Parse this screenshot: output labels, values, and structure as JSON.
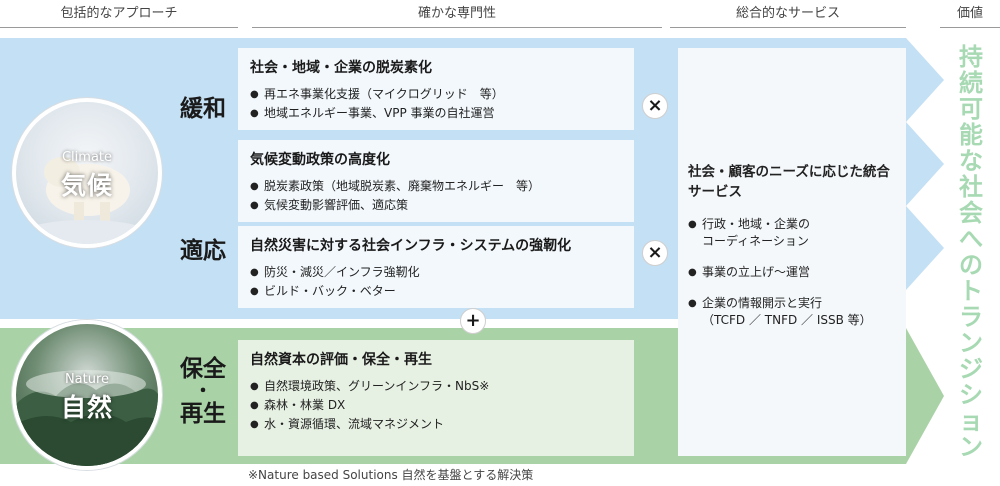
{
  "headers": {
    "approach": "包括的なアプローチ",
    "expertise": "確かな専門性",
    "service": "総合的なサービス",
    "value": "価値"
  },
  "circles": {
    "climate_en": "Climate",
    "climate_ja": "気候",
    "nature_en": "Nature",
    "nature_ja": "自然"
  },
  "categories": {
    "mitigation": "緩和",
    "adaptation": "適応",
    "conservation_1": "保全",
    "conservation_dot": "・",
    "conservation_2": "再生"
  },
  "boxes": [
    {
      "title": "社会・地域・企業の脱炭素化",
      "items": [
        "再エネ事業化支援（マイクログリッド　等）",
        "地域エネルギー事業、VPP 事業の自社運営"
      ]
    },
    {
      "title": "気候変動政策の高度化",
      "items": [
        "脱炭素政策（地域脱炭素、廃棄物エネルギー　等）",
        "気候変動影響評価、適応策"
      ]
    },
    {
      "title": "自然災害に対する社会インフラ・システムの強靭化",
      "items": [
        "防災・減災／インフラ強靭化",
        "ビルド・バック・ベター"
      ]
    },
    {
      "title": "自然資本の評価・保全・再生",
      "items": [
        "自然環境政策、グリーンインフラ・NbS※",
        "森林・林業 DX",
        "水・資源循環、流域マネジメント"
      ]
    }
  ],
  "operators": {
    "times_1": "×",
    "times_2": "×",
    "plus": "+"
  },
  "service": {
    "title": "社会・顧客のニーズに応じた統合サービス",
    "items": [
      "行政・地域・企業の\nコーディネーション",
      "事業の立上げ～運営",
      "企業の情報開示と実行\n（TCFD ／ TNFD ／ ISSB 等）"
    ]
  },
  "value_text": "持続可能な社会へのトランジション",
  "footnote": "※Nature based Solutions 自然を基盤とする解決策",
  "colors": {
    "climate_band": "#c4e0f4",
    "nature_band": "#a9d3a6",
    "value_text": "#a7d9b3",
    "box_green": "#e7f1e3"
  }
}
